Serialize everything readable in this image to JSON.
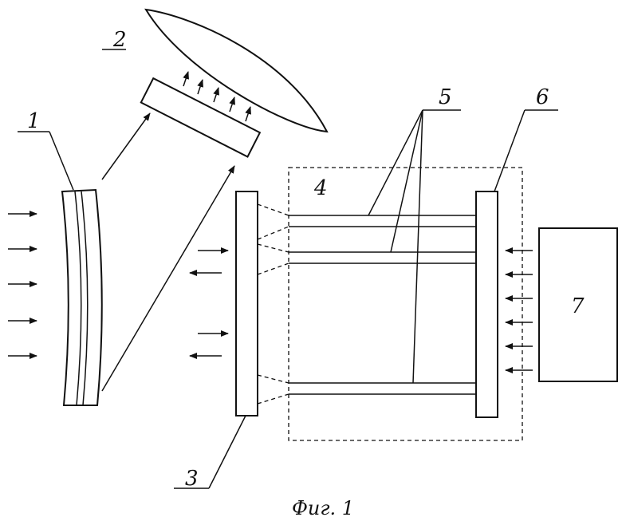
{
  "labels": {
    "n1": "1",
    "n2": "2",
    "n3": "3",
    "n4": "4",
    "n5": "5",
    "n6": "6",
    "n7": "7"
  },
  "caption": "Фиг. 1",
  "colors": {
    "ink": "#111111",
    "paper": "#ffffff"
  }
}
